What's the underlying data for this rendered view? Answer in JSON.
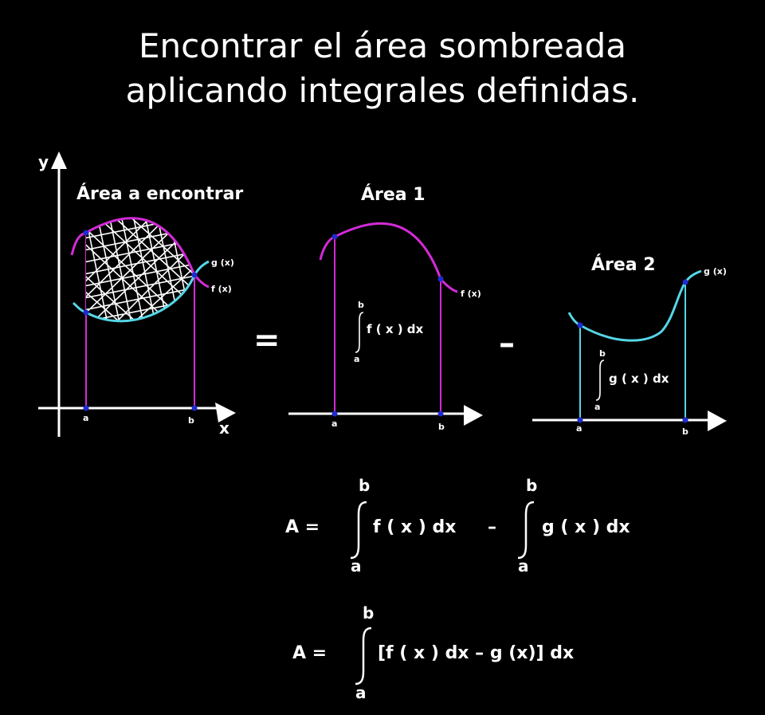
{
  "title": {
    "line1": "Encontrar el área sombreada",
    "line2": "aplicando integrales definidas."
  },
  "colors": {
    "f_curve": "#d22bd6",
    "g_curve": "#55d6e6",
    "axis": "#ffffff",
    "point": "#1f2bd1",
    "background": "#000000"
  },
  "panel1": {
    "heading": "Área a encontrar",
    "y_axis": "y",
    "x_axis": "x",
    "label_a": "a",
    "label_b": "b",
    "label_g": "g (x)",
    "label_f": "f (x)"
  },
  "equals": "=",
  "panel2": {
    "heading": "Área 1",
    "upper": "b",
    "lower": "a",
    "integrand": "f ( x ) dx",
    "label_f": "f (x)",
    "label_a": "a",
    "label_b": "b"
  },
  "minus": "–",
  "panel3": {
    "heading": "Área 2",
    "upper": "b",
    "lower": "a",
    "integrand": "g ( x ) dx",
    "label_g": "g (x)",
    "label_a": "a",
    "label_b": "b"
  },
  "formula1": {
    "prefix": "A =",
    "int1_upper": "b",
    "int1_lower": "a",
    "int1_body": "f ( x ) dx",
    "minus": "–",
    "int2_upper": "b",
    "int2_lower": "a",
    "int2_body": "g ( x ) dx"
  },
  "formula2": {
    "prefix": "A =",
    "upper": "b",
    "lower": "a",
    "body": "[f ( x ) dx – g (x)] dx"
  }
}
